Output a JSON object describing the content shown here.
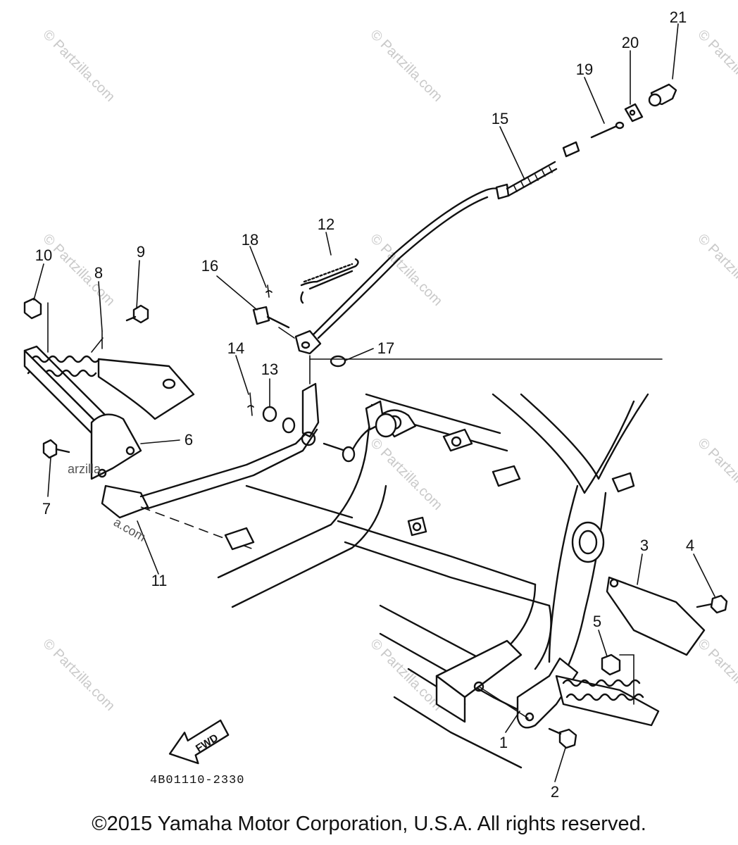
{
  "diagram": {
    "callouts": [
      {
        "id": "1",
        "label": "1"
      },
      {
        "id": "2",
        "label": "2"
      },
      {
        "id": "3",
        "label": "3"
      },
      {
        "id": "4",
        "label": "4"
      },
      {
        "id": "5",
        "label": "5"
      },
      {
        "id": "6",
        "label": "6"
      },
      {
        "id": "7",
        "label": "7"
      },
      {
        "id": "8",
        "label": "8"
      },
      {
        "id": "9",
        "label": "9"
      },
      {
        "id": "10",
        "label": "10"
      },
      {
        "id": "11",
        "label": "11"
      },
      {
        "id": "12",
        "label": "12"
      },
      {
        "id": "13",
        "label": "13"
      },
      {
        "id": "14",
        "label": "14"
      },
      {
        "id": "15",
        "label": "15"
      },
      {
        "id": "16",
        "label": "16"
      },
      {
        "id": "17",
        "label": "17"
      },
      {
        "id": "18",
        "label": "18"
      },
      {
        "id": "19",
        "label": "19"
      },
      {
        "id": "20",
        "label": "20"
      },
      {
        "id": "21",
        "label": "21"
      }
    ],
    "direction_label": "FWD",
    "drawing_code": "4B01110-2330",
    "watermark_text": "© Partzilla.com",
    "watermark_fragment_a": "arzilla",
    "watermark_fragment_b": "a.com"
  },
  "footer": {
    "copyright": "©2015 Yamaha Motor Corporation, U.S.A. All rights reserved."
  }
}
